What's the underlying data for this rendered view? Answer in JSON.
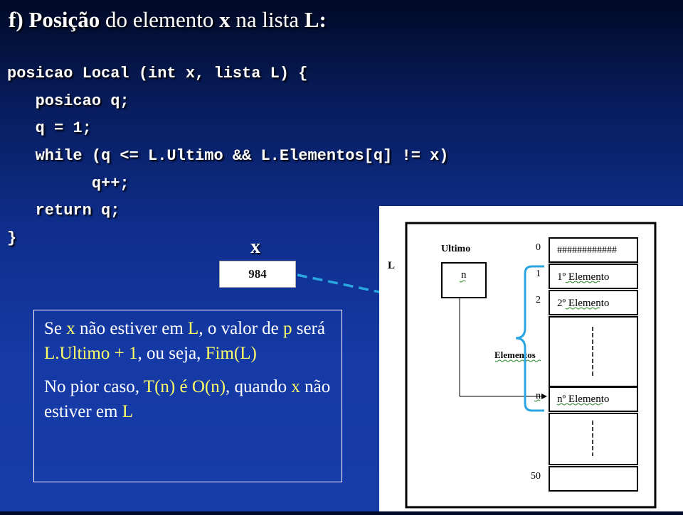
{
  "title": {
    "part1": "f) Posição",
    "part2": " do elemento ",
    "part3": "x",
    "part4": " na lista ",
    "part5": "L:"
  },
  "code": [
    "posicao Local (int x, lista L) {",
    "   posicao q;",
    "   q = 1;",
    "   while (q <= L.Ultimo && L.Elementos[q] != x)",
    "         q++;",
    "   return q;",
    "}"
  ],
  "x_label": "x",
  "x_value": "984",
  "note": {
    "s1": "Se ",
    "s2": "x",
    "s3": " não estiver em ",
    "s4": "L",
    "s5": ", o valor de ",
    "s6": "p",
    "s7": " será ",
    "s8": "L.Ultimo + 1",
    "s9": ", ou seja, ",
    "s10": "Fim(L)",
    "t1": "No pior caso, ",
    "t2": "T(n) é O(n)",
    "t3": ", quando ",
    "t4": "x",
    "t5": " não estiver em ",
    "t6": "L"
  },
  "diagram": {
    "list_label": "L",
    "ultimo_label": "Ultimo",
    "ultimo_value": "n",
    "elementos_label": "Elementos",
    "index_0": "0",
    "index_1": "1",
    "index_2": "2",
    "index_n": "n",
    "index_50": "50",
    "cell_0": "############",
    "cell_1": "1º Elemento",
    "cell_2": "2º Elemento",
    "cell_n": "nº Elemento"
  },
  "colors": {
    "highlight": "#ffff66",
    "arrow": "#2aa6e0",
    "brace": "#2aa6e0"
  }
}
